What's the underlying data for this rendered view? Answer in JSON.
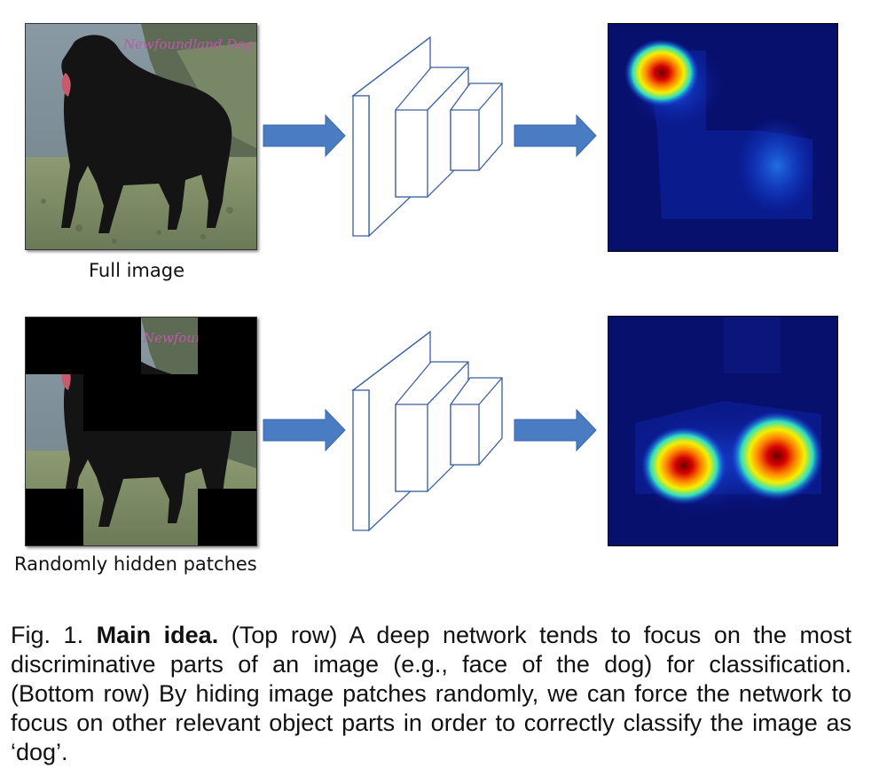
{
  "figure": {
    "rows": [
      {
        "label": "Full image",
        "watermark": "Newfoundland Dog"
      },
      {
        "label": "Randomly hidden patches",
        "watermark": "Newfoundla"
      }
    ],
    "caption": {
      "prefix": "Fig. 1.",
      "title": "Main idea.",
      "text": "(Top row) A deep network tends to focus on the most discriminative parts of an image (e.g., face of the dog) for classification. (Bottom row) By hiding image patches randomly, we can force the network to focus on other relevant object parts in order to correctly classify the image as ‘dog’."
    },
    "colors": {
      "arrow": "#4a7cc4",
      "network_stroke": "#3b5fa0",
      "heatmap_bg": "#08106e",
      "heat_hot": "#8b0000"
    },
    "icons": [
      "dog-photo",
      "flow-arrow",
      "cnn-network",
      "attention-heatmap"
    ]
  }
}
